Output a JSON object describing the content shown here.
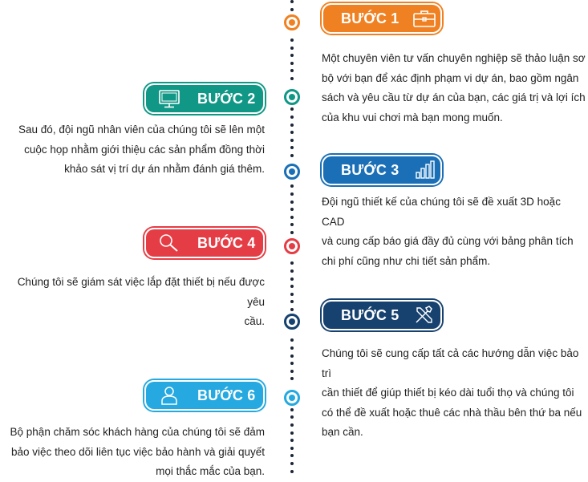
{
  "colors": {
    "step1": "#f08122",
    "step2": "#119786",
    "step3": "#1a6fb6",
    "step4": "#e53d45",
    "step5": "#17416e",
    "step6": "#25a9e0",
    "dot": "#1b2535"
  },
  "steps": [
    {
      "label": "BƯỚC 1",
      "icon": "briefcase-icon",
      "lines": [
        "Một chuyên viên tư vấn chuyên nghiệp sẽ thảo luận sơ",
        "bộ với bạn để xác định phạm vi dự án, bao gồm ngân",
        "sách và yêu cầu từ dự án của bạn, các giá trị và lợi ích",
        "của khu vui chơi mà bạn mong muốn."
      ]
    },
    {
      "label": "BƯỚC 2",
      "icon": "monitor-icon",
      "lines": [
        "Sau đó, đội ngũ nhân viên của chúng tôi sẽ lên một",
        "cuộc họp nhằm giới thiệu các sản phẩm đồng thời",
        "khảo sát vị trí dự án nhằm đánh giá thêm."
      ]
    },
    {
      "label": "BƯỚC 3",
      "icon": "bar-chart-icon",
      "lines": [
        "Đội ngũ thiết kế của chúng tôi sẽ đề xuất 3D hoặc CAD",
        "và cung cấp báo giá đầy đủ cùng với bảng phân tích",
        "chi phí cũng như chi tiết sản phẩm."
      ]
    },
    {
      "label": "BƯỚC 4",
      "icon": "search-icon",
      "lines": [
        "Chúng tôi sẽ giám sát việc lắp đặt thiết bị nếu được yêu",
        "cầu."
      ]
    },
    {
      "label": "BƯỚC 5",
      "icon": "tools-icon",
      "lines": [
        "Chúng tôi sẽ cung cấp tất cả các hướng dẫn việc bảo trì",
        "cần thiết để giúp thiết bị kéo dài tuổi thọ và chúng tôi",
        "có thể đề xuất hoặc thuê các nhà thầu bên thứ ba nếu",
        "bạn cần."
      ]
    },
    {
      "label": "BƯỚC 6",
      "icon": "user-icon",
      "lines": [
        "Bộ phận chăm sóc khách hàng của chúng tôi sẽ đảm",
        "bảo việc theo dõi liên tục việc bảo hành và giải quyết",
        "mọi thắc mắc của bạn."
      ]
    }
  ]
}
